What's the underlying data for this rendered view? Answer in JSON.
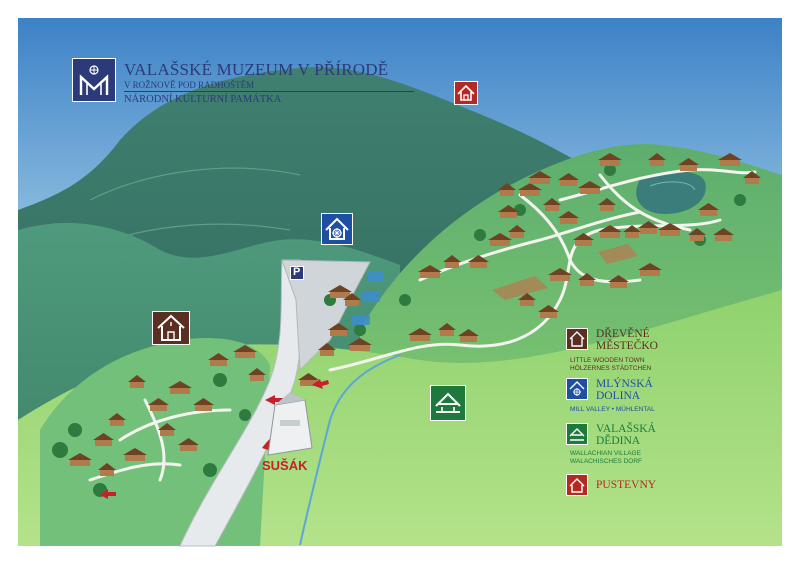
{
  "header": {
    "title": "VALAŠSKÉ MUZEUM V PŘÍRODĚ",
    "subtitle": "V ROŽNOVĚ POD RADHOŠTĚM",
    "tagline": "NÁRODNÍ KULTURNÍ PAMÁTKA"
  },
  "legend": {
    "items": [
      {
        "name": "DŘEVĚNÉ\nMĚSTEČKO",
        "sub": "LITTLE WOODEN TOWN\nHÖLZERNES STÄDTCHEN",
        "color": "#5a2e22",
        "icon": "wooden-house-icon"
      },
      {
        "name": "MLÝNSKÁ\nDOLINA",
        "sub": "MILL VALLEY • MÜHLENTAL",
        "color": "#1f4fa3",
        "icon": "mill-wheel-icon"
      },
      {
        "name": "VALAŠSKÁ\nDĚDINA",
        "sub": "WALLACHIAN VILLAGE\nWALACHISCHES DORF",
        "color": "#1d7a3c",
        "icon": "village-house-icon"
      },
      {
        "name": "PUSTEVNY",
        "sub": "",
        "color": "#b32a24",
        "icon": "pustevny-house-icon"
      }
    ]
  },
  "map": {
    "parking": "P",
    "entrance": "SUŠÁK"
  },
  "colors": {
    "navy": "#2c3a7a",
    "mountain": "#3f7f6c",
    "meadow": "#7cc26a",
    "road": "#d9dde0",
    "timber": "#8a5a36",
    "accent": "#c81f2a"
  }
}
